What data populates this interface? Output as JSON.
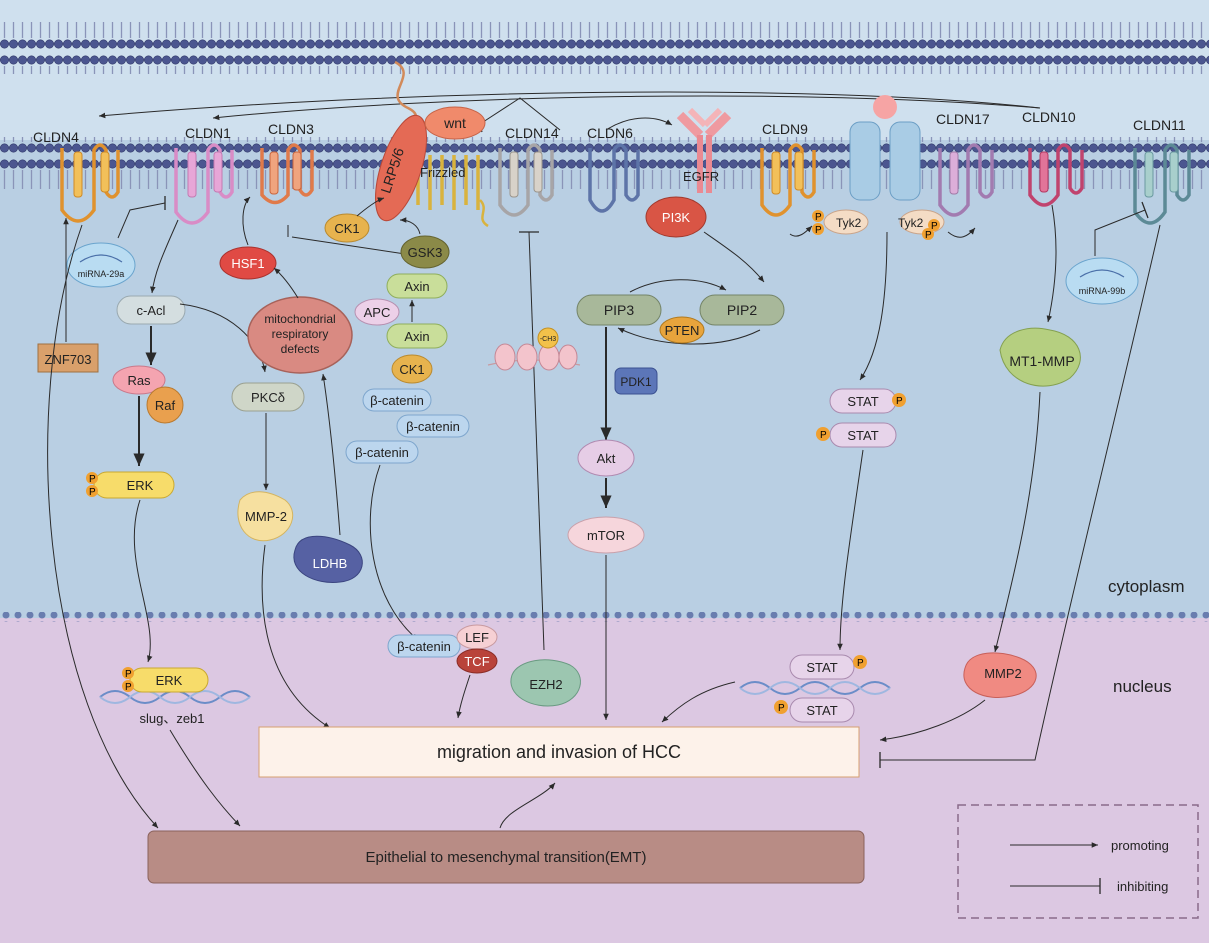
{
  "claudins": {
    "cldn4": "CLDN4",
    "cldn1": "CLDN1",
    "cldn3": "CLDN3",
    "cldn14": "CLDN14",
    "cldn6": "CLDN6",
    "cldn9": "CLDN9",
    "cldn17": "CLDN17",
    "cldn10": "CLDN10",
    "cldn11": "CLDN11"
  },
  "receptors": {
    "wnt": "wnt",
    "lrp": "LRP5/6",
    "frizzled": "Frizzled",
    "egfr": "EGFR"
  },
  "nodes": {
    "mirna29a": "miRNA-29a",
    "mirna99b": "miRNA-99b",
    "znf703": "ZNF703",
    "cacl": "c-Acl",
    "ras": "Ras",
    "raf": "Raf",
    "erk": "ERK",
    "erk_nuc": "ERK",
    "slug": "slug、zeb1",
    "hsf1": "HSF1",
    "mito": [
      "mitochondrial",
      "respiratory",
      "defects"
    ],
    "pkcd": "PKCδ",
    "mmp2_cyto": "MMP-2",
    "ldhb": "LDHB",
    "ck1_a": "CK1",
    "gsk3": "GSK3",
    "axin_a": "Axin",
    "apc": "APC",
    "axin_b": "Axin",
    "ck1_b": "CK1",
    "bcat1": "β-catenin",
    "bcat2": "β-catenin",
    "bcat3": "β-catenin",
    "bcat_nuc": "β-catenin",
    "lef": "LEF",
    "tcf": "TCF",
    "ezh2": "EZH2",
    "ch3": "-CH3",
    "pi3k": "PI3K",
    "pip3": "PIP3",
    "pip2": "PIP2",
    "pten": "PTEN",
    "pdk1": "PDK1",
    "akt": "Akt",
    "mtor": "mTOR",
    "tyk2_a": "Tyk2",
    "tyk2_b": "Tyk2",
    "stat1": "STAT",
    "stat2": "STAT",
    "stat_nuc1": "STAT",
    "stat_nuc2": "STAT",
    "mt1mmp": "MT1-MMP",
    "mmp2_nuc": "MMP2",
    "p": "P"
  },
  "outcomes": {
    "migration": "migration and invasion of HCC",
    "emt": "Epithelial to mesenchymal transition(EMT)"
  },
  "regions": {
    "cytoplasm": "cytoplasm",
    "nucleus": "nucleus"
  },
  "legend": {
    "promoting": "promoting",
    "inhibiting": "inhibiting"
  }
}
